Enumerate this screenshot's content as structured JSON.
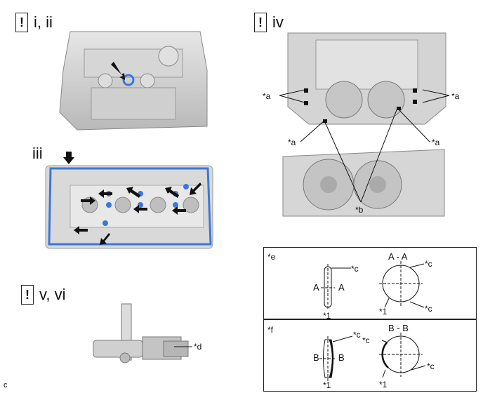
{
  "steps": [
    {
      "roman": "i, ii"
    },
    {
      "roman": "iii"
    },
    {
      "roman": "iv"
    },
    {
      "roman": "v, vi"
    }
  ],
  "bang_glyph": "!",
  "callouts": {
    "a": "*a",
    "b": "*b",
    "c": "*c",
    "d": "*d",
    "e": "*e",
    "f": "*f",
    "one": "*1"
  },
  "detail_e": {
    "section": "A - A",
    "letter": "A"
  },
  "detail_f": {
    "section": "B - B",
    "letter": "B"
  },
  "corner_code": "c",
  "colors": {
    "highlight": "#3a78d8",
    "engine": "#c8c8c8",
    "arrow": "#111111"
  }
}
